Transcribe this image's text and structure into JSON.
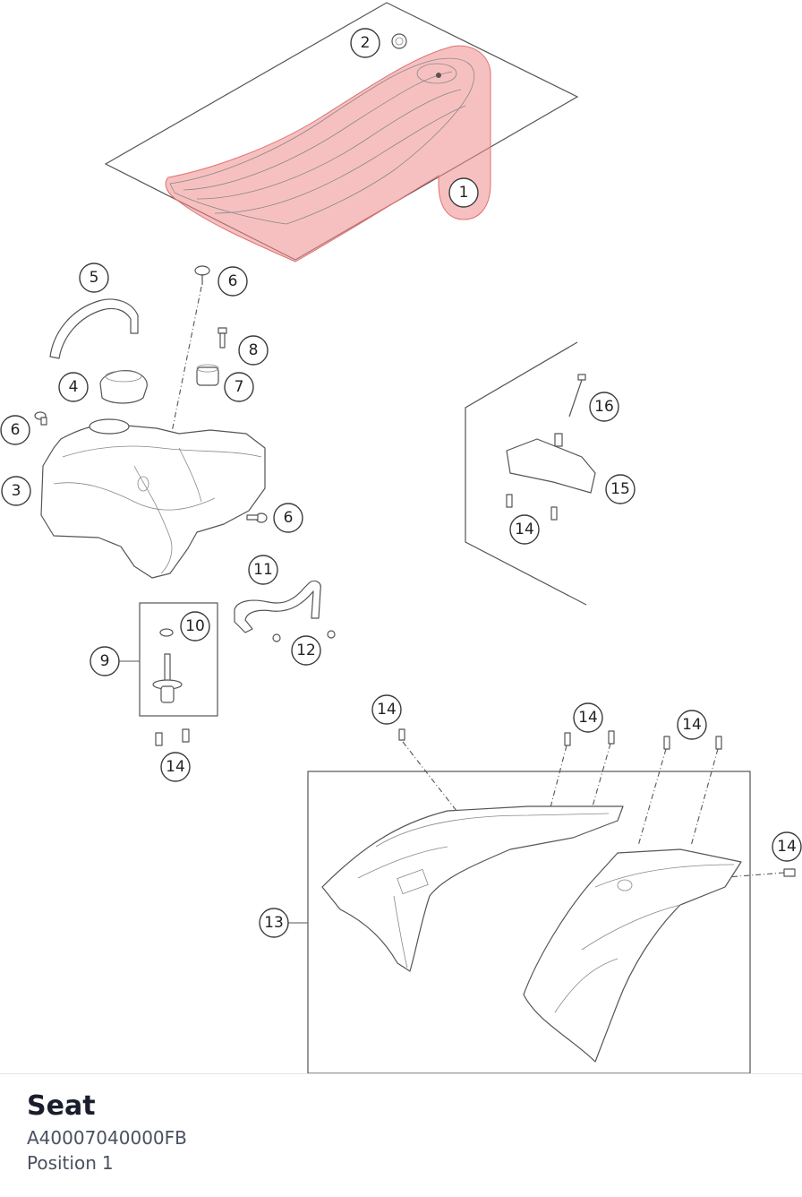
{
  "colors": {
    "highlight": "#f08c8c",
    "line": "#555555",
    "title": "#1a1d2b",
    "subtext": "#4a5060"
  },
  "callouts": {
    "c1": "1",
    "c2": "2",
    "c3": "3",
    "c4": "4",
    "c5": "5",
    "c6a": "6",
    "c6b": "6",
    "c6c": "6",
    "c7": "7",
    "c8": "8",
    "c9": "9",
    "c10": "10",
    "c11": "11",
    "c12": "12",
    "c13": "13",
    "c14a": "14",
    "c14b": "14",
    "c14c": "14",
    "c14d": "14",
    "c14e": "14",
    "c14f": "14",
    "c15": "15",
    "c16": "16"
  },
  "selected_part": {
    "name": "Seat",
    "part_number": "A40007040000FB",
    "position_label": "Position",
    "position_value": "1"
  }
}
